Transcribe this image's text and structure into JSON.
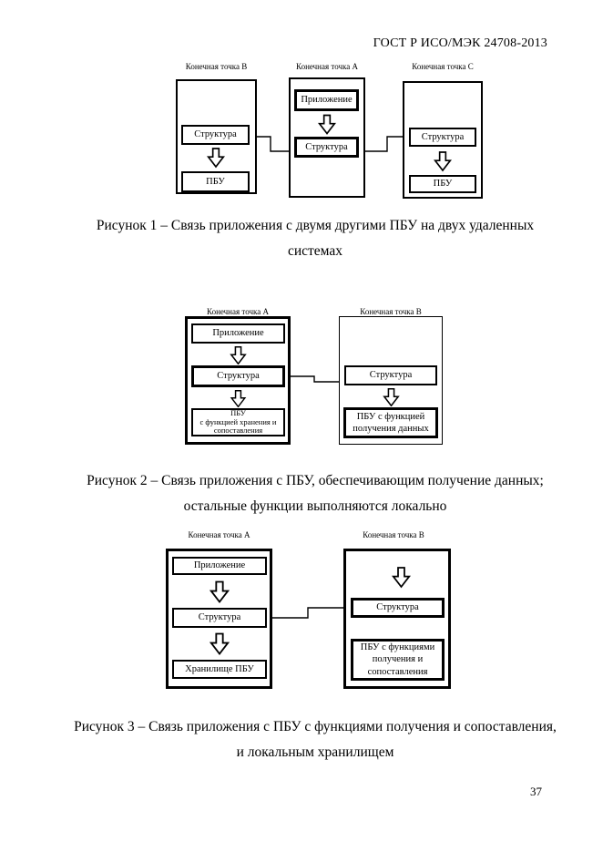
{
  "header": {
    "title": "ГОСТ Р ИСО/МЭК 24708-2013"
  },
  "page_number": "37",
  "figure1": {
    "endpoint_b": {
      "label": "Конечная точка B",
      "structure": "Структура",
      "pbu": "ПБУ"
    },
    "endpoint_a": {
      "label": "Конечная точка A",
      "application": "Приложение",
      "structure": "Структура"
    },
    "endpoint_c": {
      "label": "Конечная точка C",
      "structure": "Структура",
      "pbu": "ПБУ"
    },
    "caption": {
      "line1": "Рисунок 1 – Связь приложения с двумя другими ПБУ на двух удаленных",
      "line2": "системах"
    }
  },
  "figure2": {
    "endpoint_a": {
      "label": "Конечная точка A",
      "application": "Приложение",
      "structure": "Структура",
      "pbu_line1": "ПБУ",
      "pbu_line2": "с функцией хранения и",
      "pbu_line3": "сопоставления"
    },
    "endpoint_b": {
      "label": "Конечная точка B",
      "structure": "Структура",
      "pbu_line1": "ПБУ с функцией",
      "pbu_line2": "получения данных"
    },
    "caption": {
      "line1": "Рисунок 2 – Связь приложения с ПБУ, обеспечивающим получение данных;",
      "line2": "остальные функции выполняются локально"
    }
  },
  "figure3": {
    "endpoint_a": {
      "label": "Конечная точка A",
      "application": "Приложение",
      "structure": "Структура",
      "storage": "Хранилище ПБУ"
    },
    "endpoint_b": {
      "label": "Конечная точка B",
      "structure": "Структура",
      "pbu_line1": "ПБУ с функциями",
      "pbu_line2": "получения и",
      "pbu_line3": "сопоставления"
    },
    "caption": {
      "line1": "Рисунок 3 – Связь приложения с ПБУ с функциями получения и сопоставления,",
      "line2": "и локальным хранилищем"
    }
  },
  "colors": {
    "ink": "#000000",
    "paper": "#ffffff"
  }
}
